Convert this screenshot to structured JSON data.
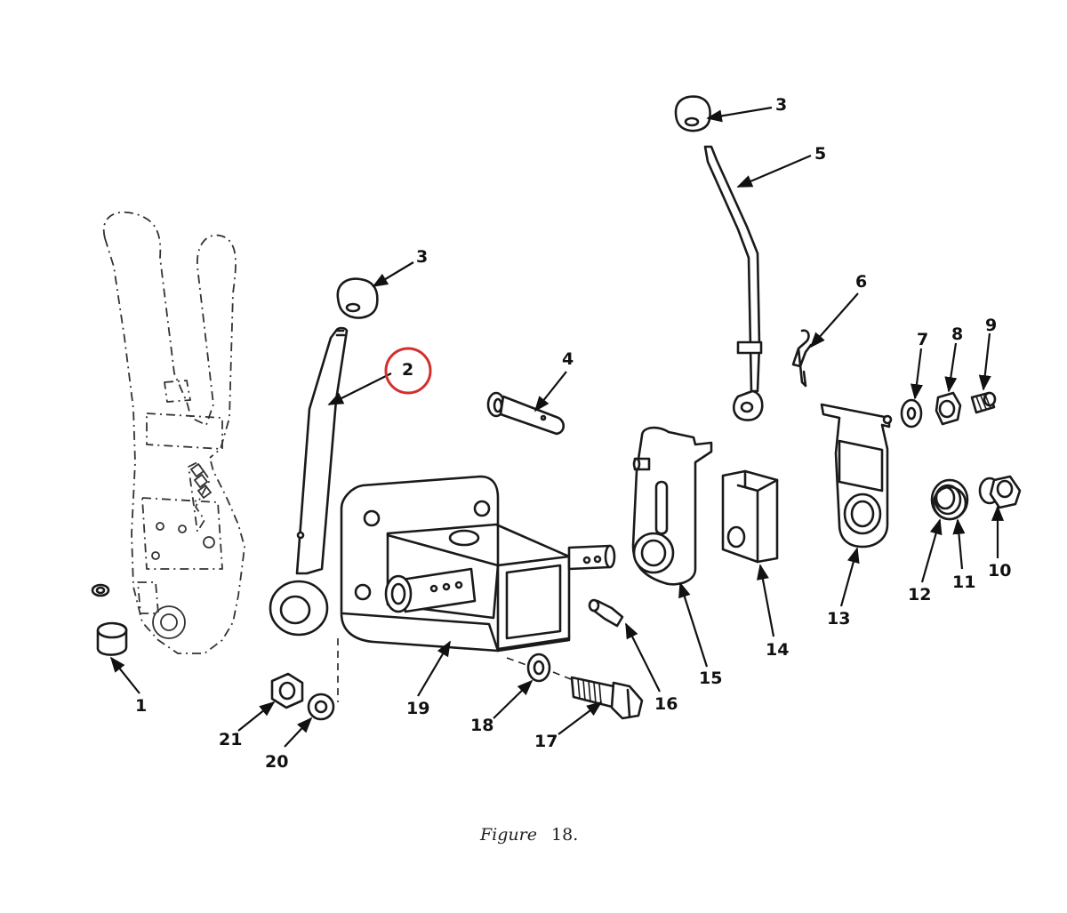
{
  "figure": {
    "caption_word": "Figure",
    "caption_number": "18."
  },
  "callouts": [
    {
      "id": "1",
      "label": "1"
    },
    {
      "id": "2",
      "label": "2",
      "highlighted": true
    },
    {
      "id": "3a",
      "label": "3"
    },
    {
      "id": "3b",
      "label": "3"
    },
    {
      "id": "4",
      "label": "4"
    },
    {
      "id": "5",
      "label": "5"
    },
    {
      "id": "6",
      "label": "6"
    },
    {
      "id": "7",
      "label": "7"
    },
    {
      "id": "8",
      "label": "8"
    },
    {
      "id": "9",
      "label": "9"
    },
    {
      "id": "10",
      "label": "10"
    },
    {
      "id": "11",
      "label": "11"
    },
    {
      "id": "12",
      "label": "12"
    },
    {
      "id": "13",
      "label": "13"
    },
    {
      "id": "14",
      "label": "14"
    },
    {
      "id": "15",
      "label": "15"
    },
    {
      "id": "16",
      "label": "16"
    },
    {
      "id": "17",
      "label": "17"
    },
    {
      "id": "18",
      "label": "18"
    },
    {
      "id": "19",
      "label": "19"
    },
    {
      "id": "20",
      "label": "20"
    },
    {
      "id": "21",
      "label": "21"
    }
  ],
  "highlight_color": "#d32f2f"
}
